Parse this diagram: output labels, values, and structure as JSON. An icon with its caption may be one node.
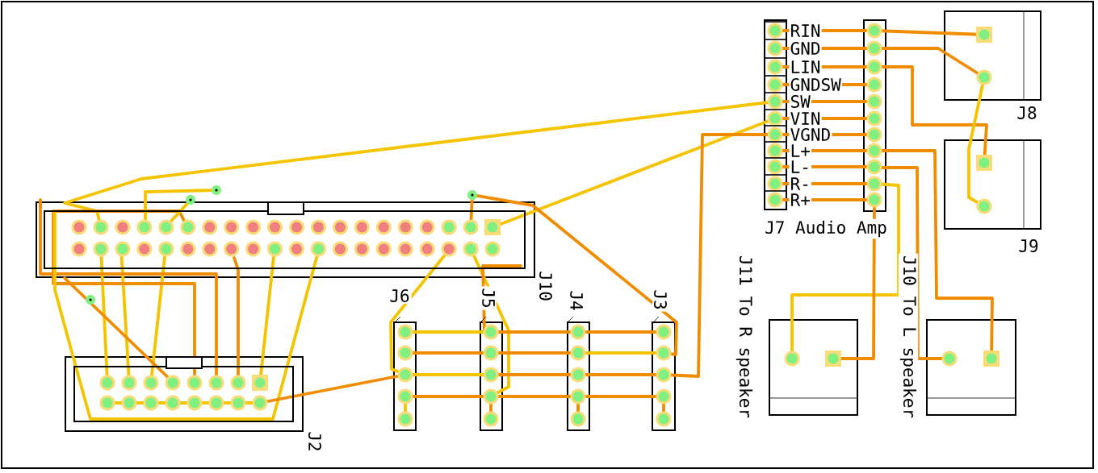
{
  "diagram": {
    "nodes": [
      {
        "text": [
          "J10"
        ]
      },
      {
        "text": [
          "J2"
        ]
      },
      {
        "text": [
          "J6"
        ]
      },
      {
        "text": [
          "J5"
        ]
      },
      {
        "text": [
          "J4"
        ]
      },
      {
        "text": [
          "J3"
        ]
      },
      {
        "text": [],
        "shape": "bar"
      },
      {
        "text": [],
        "shape": "bar"
      },
      {
        "text": [
          "J8"
        ]
      },
      {
        "text": [
          "J9"
        ]
      },
      {
        "text": [
          "J11 To R speaker"
        ]
      },
      {
        "text": [
          "J10 To L speaker"
        ]
      }
    ],
    "labels": [
      "RIN",
      "GND",
      "LIN",
      "GNDSW",
      "SW",
      "VIN",
      "VGND",
      "L+",
      "L-",
      "R-",
      "R+",
      "J7 Audio Amp"
    ],
    "edges": [
      {
        "from": 6,
        "to": 7,
        "arrow": "none"
      },
      {
        "from": 6,
        "to": 7,
        "arrow": "none"
      },
      {
        "from": 6,
        "to": 7,
        "arrow": "none"
      },
      {
        "from": 6,
        "to": 7,
        "arrow": "none"
      },
      {
        "from": 6,
        "to": 7,
        "arrow": "none"
      },
      {
        "from": 6,
        "to": 7,
        "arrow": "none"
      },
      {
        "from": 6,
        "to": 7,
        "arrow": "none"
      },
      {
        "from": 6,
        "to": 7,
        "arrow": "none"
      },
      {
        "from": 6,
        "to": 7,
        "arrow": "none"
      },
      {
        "from": 6,
        "to": 7,
        "arrow": "none"
      },
      {
        "from": 6,
        "to": 7,
        "arrow": "none"
      },
      {
        "from": 7,
        "to": 8,
        "arrow": "none"
      },
      {
        "from": 7,
        "to": 8,
        "arrow": "none"
      },
      {
        "from": 7,
        "to": 9,
        "arrow": "none"
      },
      {
        "from": 8,
        "to": 9,
        "arrow": "none",
        "color": "#f5c400"
      },
      {
        "from": 7,
        "to": 11,
        "arrow": "none"
      },
      {
        "from": 7,
        "to": 11,
        "arrow": "none"
      },
      {
        "from": 7,
        "to": 10,
        "arrow": "none",
        "color": "#f5c400"
      },
      {
        "from": 7,
        "to": 10,
        "arrow": "none"
      },
      {
        "from": 6,
        "to": 0,
        "arrow": "none",
        "color": "#f5c400"
      },
      {
        "from": 6,
        "to": 0,
        "arrow": "none",
        "color": "#f5c400"
      },
      {
        "from": 6,
        "to": 5,
        "arrow": "none"
      },
      {
        "from": 0,
        "to": 2,
        "arrow": "none",
        "color": "#f5c400"
      },
      {
        "from": 0,
        "to": 3,
        "arrow": "none",
        "color": "#f5c400"
      },
      {
        "from": 0,
        "to": 3,
        "arrow": "none"
      },
      {
        "from": 0,
        "to": 5,
        "arrow": "none"
      },
      {
        "from": 0,
        "to": 1,
        "arrow": "none",
        "color": "#f5c400"
      },
      {
        "from": 0,
        "to": 1,
        "arrow": "none",
        "color": "#f5c400"
      },
      {
        "from": 0,
        "to": 1,
        "arrow": "none",
        "color": "#f5c400"
      },
      {
        "from": 0,
        "to": 1,
        "arrow": "none",
        "color": "#f5c400"
      },
      {
        "from": 0,
        "to": 1,
        "arrow": "none",
        "color": "#f5c400"
      },
      {
        "from": 0,
        "to": 1,
        "arrow": "none"
      },
      {
        "from": 0,
        "to": 1,
        "arrow": "none"
      },
      {
        "from": 0,
        "to": 1,
        "arrow": "none"
      },
      {
        "from": 0,
        "to": 1,
        "arrow": "none"
      },
      {
        "from": 1,
        "to": 2,
        "arrow": "none"
      },
      {
        "from": 2,
        "to": 3,
        "arrow": "none",
        "color": "#f5c400"
      },
      {
        "from": 2,
        "to": 3,
        "arrow": "none"
      },
      {
        "from": 2,
        "to": 3,
        "arrow": "none",
        "color": "#f5c400"
      },
      {
        "from": 2,
        "to": 3,
        "arrow": "none"
      },
      {
        "from": 3,
        "to": 4,
        "arrow": "none"
      },
      {
        "from": 3,
        "to": 4,
        "arrow": "none"
      },
      {
        "from": 3,
        "to": 4,
        "arrow": "none"
      },
      {
        "from": 3,
        "to": 4,
        "arrow": "none"
      },
      {
        "from": 4,
        "to": 5,
        "arrow": "none"
      },
      {
        "from": 4,
        "to": 5,
        "arrow": "none",
        "color": "#f5c400"
      },
      {
        "from": 4,
        "to": 5,
        "arrow": "none"
      },
      {
        "from": 4,
        "to": 5,
        "arrow": "none"
      }
    ]
  }
}
